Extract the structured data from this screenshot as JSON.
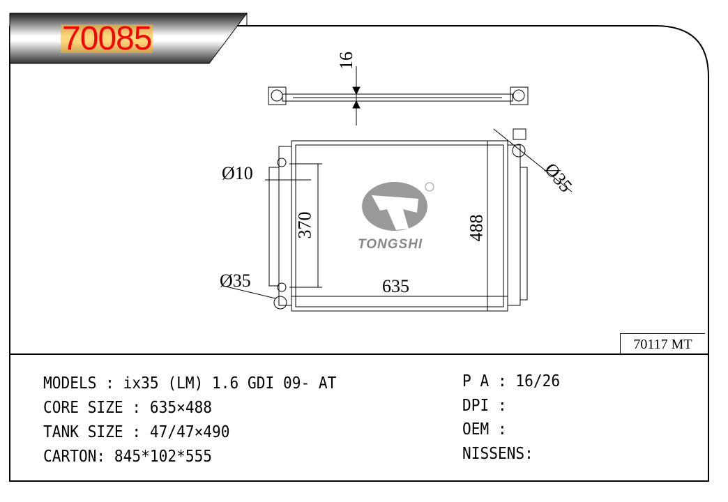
{
  "header": {
    "part_number": "70085"
  },
  "drawing": {
    "dimensions": {
      "thickness": "16",
      "inlet_diameter": "Ø35",
      "outlet_diameter": "Ø35",
      "small_pipe": "Ø10",
      "tank_height": "370",
      "core_height": "488",
      "core_width": "635"
    },
    "logo": {
      "brand": "TONGSHI",
      "registered": "®"
    },
    "model_code": "70117 MT"
  },
  "specs": {
    "left": [
      {
        "label": "MODELS",
        "value": "ix35 (LM) 1.6 GDI 09- AT"
      },
      {
        "label": "CORE SIZE",
        "value": "635×488"
      },
      {
        "label": "TANK SIZE",
        "value": "47/47×490"
      },
      {
        "label": "CARTON",
        "value": "845*102*555"
      }
    ],
    "right": [
      {
        "label": "P A",
        "value": "16/26"
      },
      {
        "label": "DPI",
        "value": ""
      },
      {
        "label": "OEM",
        "value": ""
      },
      {
        "label": "NISSENS",
        "value": ""
      }
    ],
    "lines": {
      "l0": "MODELS : ix35 (LM) 1.6 GDI 09- AT",
      "l1": "CORE SIZE : 635×488",
      "l2": "TANK SIZE : 47/47×490",
      "l3": "CARTON: 845*102*555",
      "r0": "P A : 16/26",
      "r1": "DPI :",
      "r2": "OEM :",
      "r3": "NISSENS:"
    }
  }
}
